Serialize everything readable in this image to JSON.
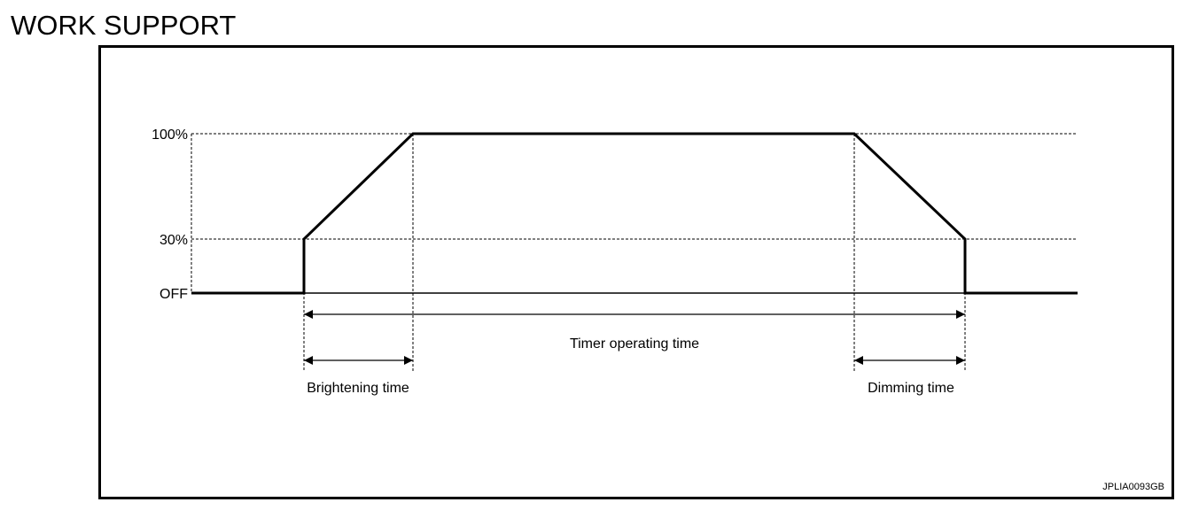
{
  "heading": "WORK SUPPORT",
  "diagram": {
    "levels": {
      "high": "100%",
      "mid": "30%",
      "off": "OFF"
    },
    "spans": {
      "timer": "Timer operating time",
      "brightening": "Brightening time",
      "dimming": "Dimming time"
    },
    "figure_code": "JPLIA0093GB"
  }
}
